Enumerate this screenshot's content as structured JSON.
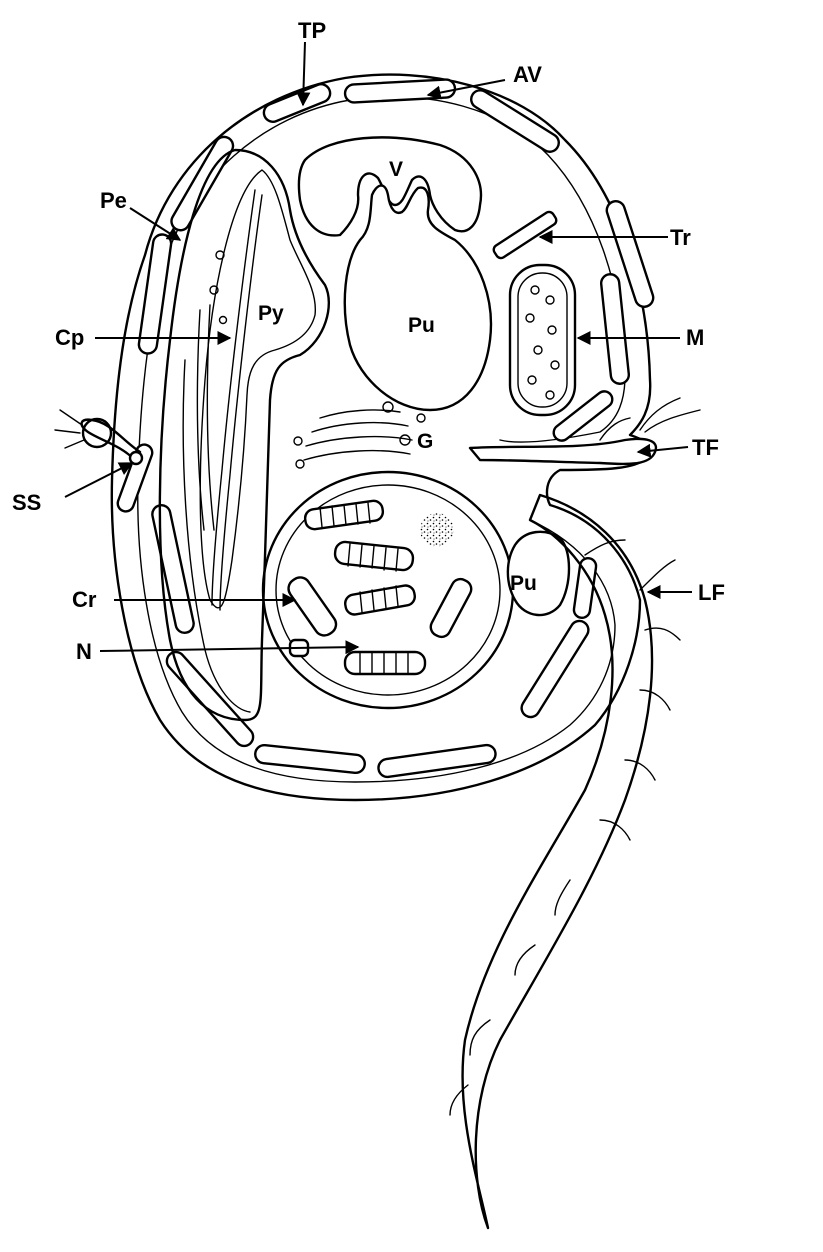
{
  "figure": {
    "labels": {
      "TP": "TP",
      "AV": "AV",
      "V": "V",
      "Pe": "Pe",
      "Tr": "Tr",
      "Py": "Py",
      "Pu": "Pu",
      "Cp": "Cp",
      "M": "M",
      "G": "G",
      "SS": "SS",
      "TF": "TF",
      "Pu2": "Pu",
      "Cr": "Cr",
      "LF": "LF",
      "N": "N"
    },
    "colors": {
      "ink": "#000000",
      "background": "#ffffff"
    }
  }
}
